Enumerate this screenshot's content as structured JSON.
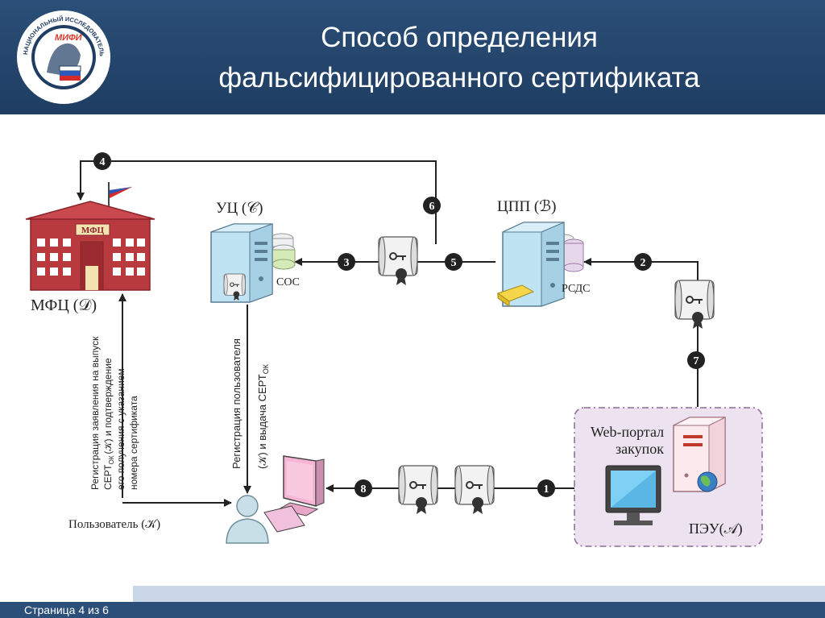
{
  "slide": {
    "title_line1": "Способ определения",
    "title_line2": "фальсифицированного сертификата",
    "footer": "Страница 4 из 6",
    "logo_text": "НАЦИОНАЛЬНЫЙ ИССЛЕДОВАТЕЛЬСКИЙ ЯДЕРНЫЙ УНИВЕРСИТЕТ · МИФИ"
  },
  "nodes": {
    "mfc": {
      "building_sign": "МФЦ",
      "label": "МФЦ (𝒟)"
    },
    "uc": {
      "label": "УЦ (𝒞)",
      "db_label": "СОС"
    },
    "cpp": {
      "label": "ЦПП (ℬ)",
      "db_label": "РСДС"
    },
    "portal": {
      "line1": "Web-портал",
      "line2": "закупок",
      "label": "ПЭУ(𝒜)"
    },
    "user": {
      "label": "Пользователь (𝒦)"
    }
  },
  "edge_labels": {
    "mfc_user_line1": "Регистрация заявления на выпуск",
    "mfc_user_line2": "СЕРТ",
    "mfc_user_sub": "ОК",
    "mfc_user_line2b": "(𝒦) и подтверждение",
    "mfc_user_line3": "его получения с указанием",
    "mfc_user_line4": "номера сертификата",
    "uc_user_line1": "Регистрация пользователя",
    "uc_user_line2a": "(𝒦) и выдача СЕРТ",
    "uc_user_sub": "ОК"
  },
  "steps": [
    "1",
    "2",
    "3",
    "4",
    "5",
    "6",
    "7",
    "8"
  ],
  "colors": {
    "header": "#2b4f78",
    "building": "#b83a3f",
    "server": "#bfe3f2",
    "portal_box": "#ede3f0",
    "step_marker": "#222222"
  }
}
